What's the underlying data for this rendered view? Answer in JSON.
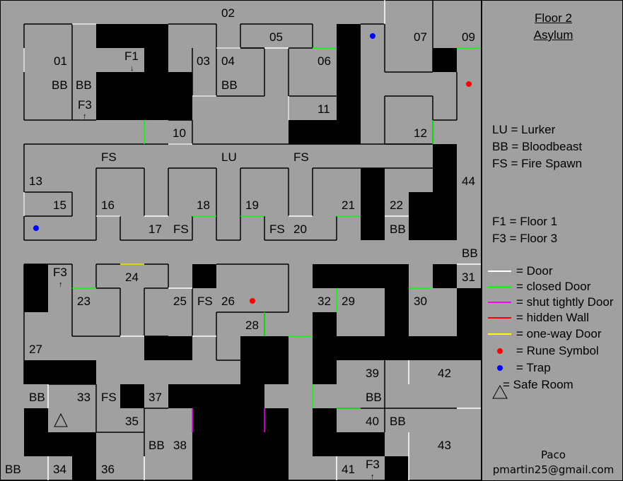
{
  "legend": {
    "title_line1": "Floor 2",
    "title_line2": "Asylum",
    "monsters": [
      {
        "abbr": "LU",
        "text": "LU = Lurker"
      },
      {
        "abbr": "BB",
        "text": "BB = Bloodbeast"
      },
      {
        "abbr": "FS",
        "text": "FS = Fire Spawn"
      }
    ],
    "floors": [
      {
        "abbr": "F1",
        "text": "F1 = Floor 1"
      },
      {
        "abbr": "F3",
        "text": "F3 = Floor 3"
      }
    ],
    "symbols": [
      {
        "kind": "line",
        "color": "#ffffff",
        "text": "= Door",
        "icon": "door-line-icon"
      },
      {
        "kind": "line",
        "color": "#00ff00",
        "text": "= closed Door",
        "icon": "closed-door-line-icon"
      },
      {
        "kind": "line",
        "color": "#ff00ff",
        "text": "= shut tightly Door",
        "icon": "shut-door-line-icon"
      },
      {
        "kind": "line",
        "color": "#ff0000",
        "text": "= hidden Wall",
        "icon": "hidden-wall-line-icon"
      },
      {
        "kind": "line",
        "color": "#ffff00",
        "text": "= one-way Door",
        "icon": "one-way-door-line-icon"
      },
      {
        "kind": "dot",
        "color": "#ff0000",
        "text": "= Rune Symbol",
        "icon": "rune-dot-icon"
      },
      {
        "kind": "dot",
        "color": "#0000ff",
        "text": "= Trap",
        "icon": "trap-dot-icon"
      },
      {
        "kind": "triangle",
        "color": "#000000",
        "text": "= Safe Room",
        "icon": "safe-room-triangle-icon"
      }
    ],
    "author": "Paco",
    "email": "pmartin25@gmail.com"
  },
  "colors": {
    "floor": "#a0a0a0",
    "wall": "#000000",
    "door": "#ffffff",
    "closed_door": "#00ff00",
    "shut_door": "#ff00ff",
    "one_way_door": "#ffff00",
    "rune": "#ff0000",
    "trap": "#0000ff"
  },
  "map_labels": [
    {
      "id": "room-02",
      "text": "02"
    },
    {
      "id": "room-01",
      "text": "01"
    },
    {
      "id": "bb-01",
      "text": "BB"
    },
    {
      "id": "bb-01b",
      "text": "BB"
    },
    {
      "id": "f3-a",
      "text": "F3"
    },
    {
      "id": "f1",
      "text": "F1"
    },
    {
      "id": "room-03",
      "text": "03"
    },
    {
      "id": "room-04",
      "text": "04"
    },
    {
      "id": "bb-04",
      "text": "BB"
    },
    {
      "id": "room-05",
      "text": "05"
    },
    {
      "id": "room-06",
      "text": "06"
    },
    {
      "id": "room-07",
      "text": "07"
    },
    {
      "id": "room-09",
      "text": "09"
    },
    {
      "id": "room-10",
      "text": "10"
    },
    {
      "id": "room-11",
      "text": "11"
    },
    {
      "id": "room-12",
      "text": "12"
    },
    {
      "id": "fs-a",
      "text": "FS"
    },
    {
      "id": "lu",
      "text": "LU"
    },
    {
      "id": "fs-b",
      "text": "FS"
    },
    {
      "id": "room-13",
      "text": "13"
    },
    {
      "id": "room-15",
      "text": "15"
    },
    {
      "id": "room-16",
      "text": "16"
    },
    {
      "id": "room-17",
      "text": "17"
    },
    {
      "id": "fs-17",
      "text": "FS"
    },
    {
      "id": "room-18",
      "text": "18"
    },
    {
      "id": "room-19",
      "text": "19"
    },
    {
      "id": "fs-20",
      "text": "FS"
    },
    {
      "id": "room-20",
      "text": "20"
    },
    {
      "id": "room-21",
      "text": "21"
    },
    {
      "id": "room-22",
      "text": "22"
    },
    {
      "id": "bb-22",
      "text": "BB"
    },
    {
      "id": "room-44",
      "text": "44"
    },
    {
      "id": "bb-44",
      "text": "BB"
    },
    {
      "id": "f3-b",
      "text": "F3"
    },
    {
      "id": "room-23",
      "text": "23"
    },
    {
      "id": "room-24",
      "text": "24"
    },
    {
      "id": "room-25",
      "text": "25"
    },
    {
      "id": "fs-26",
      "text": "FS"
    },
    {
      "id": "room-26",
      "text": "26"
    },
    {
      "id": "room-28",
      "text": "28"
    },
    {
      "id": "room-27",
      "text": "27"
    },
    {
      "id": "room-32",
      "text": "32"
    },
    {
      "id": "room-29",
      "text": "29"
    },
    {
      "id": "room-30",
      "text": "30"
    },
    {
      "id": "room-31",
      "text": "31"
    },
    {
      "id": "room-39",
      "text": "39"
    },
    {
      "id": "room-42",
      "text": "42"
    },
    {
      "id": "bb-39",
      "text": "BB"
    },
    {
      "id": "bb-33",
      "text": "BB"
    },
    {
      "id": "room-33",
      "text": "33"
    },
    {
      "id": "fs-35",
      "text": "FS"
    },
    {
      "id": "room-37",
      "text": "37"
    },
    {
      "id": "room-35",
      "text": "35"
    },
    {
      "id": "bb-38",
      "text": "BB"
    },
    {
      "id": "room-38",
      "text": "38"
    },
    {
      "id": "room-40",
      "text": "40"
    },
    {
      "id": "bb-40",
      "text": "BB"
    },
    {
      "id": "room-43",
      "text": "43"
    },
    {
      "id": "bb-34",
      "text": "BB"
    },
    {
      "id": "room-34",
      "text": "34"
    },
    {
      "id": "room-36",
      "text": "36"
    },
    {
      "id": "room-41",
      "text": "41"
    },
    {
      "id": "f3-c",
      "text": "F3"
    }
  ],
  "arrows": [
    {
      "id": "f1-arrow",
      "glyph": "↓"
    },
    {
      "id": "f3-a-arrow",
      "glyph": "↑"
    },
    {
      "id": "f3-b-arrow",
      "glyph": "↑"
    },
    {
      "id": "f3-c-arrow",
      "glyph": "↑"
    }
  ]
}
